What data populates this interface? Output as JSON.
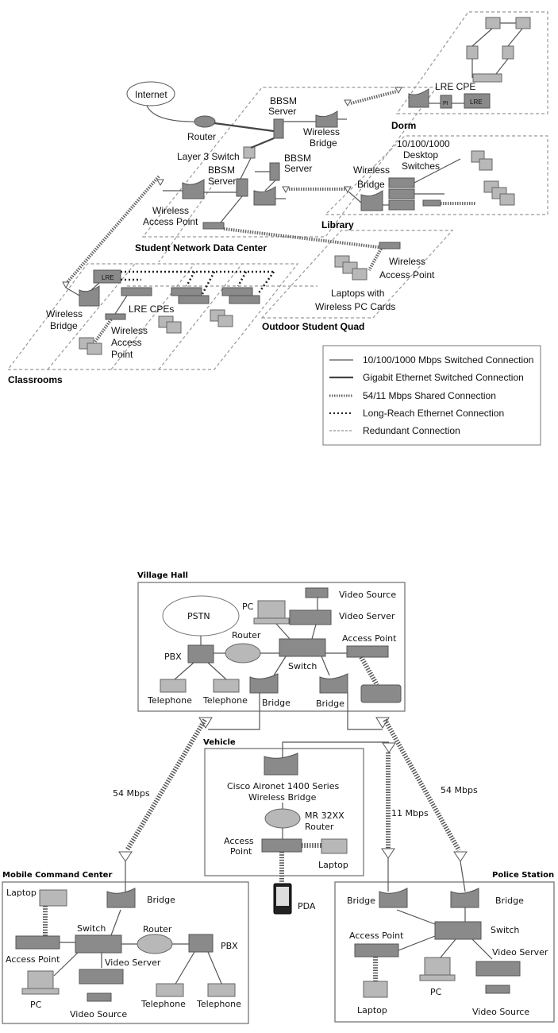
{
  "campus_diagram": {
    "zones": {
      "dorm": "Dorm",
      "library": "Library",
      "data_center": "Student Network Data Center",
      "quad": "Outdoor Student Quad",
      "classrooms": "Classrooms"
    },
    "labels": {
      "internet": "Internet",
      "router": "Router",
      "bbsm_server_top_1": "BBSM",
      "bbsm_server_top_2": "Server",
      "wireless_bridge_top_1": "Wireless",
      "wireless_bridge_top_2": "Bridge",
      "layer3_switch": "Layer 3 Switch",
      "bbsm_server_mid_1": "BBSM",
      "bbsm_server_mid_2": "Server",
      "bbsm_server_right_1": "BBSM",
      "bbsm_server_right_2": "Server",
      "wap_dc_1": "Wireless",
      "wap_dc_2": "Access Point",
      "lre_cpe": "LRE CPE",
      "pi": "PI",
      "lre": "LRE",
      "desktop_switches_1": "10/100/1000",
      "desktop_switches_2": "Desktop",
      "desktop_switches_3": "Switches",
      "library_bridge_1": "Wireless",
      "library_bridge_2": "Bridge",
      "quad_wap_1": "Wireless",
      "quad_wap_2": "Access Point",
      "laptops_1": "Laptops with",
      "laptops_2": "Wireless PC Cards",
      "class_bridge_1": "Wireless",
      "class_bridge_2": "Bridge",
      "lre_cpes": "LRE CPEs",
      "class_wap_1": "Wireless",
      "class_wap_2": "Access",
      "class_wap_3": "Point"
    },
    "legend": [
      {
        "style": "thin",
        "label": "10/100/1000 Mbps Switched Connection"
      },
      {
        "style": "thick",
        "label": "Gigabit Ethernet Switched Connection"
      },
      {
        "style": "wave",
        "label": "54/11 Mbps Shared Connection"
      },
      {
        "style": "dotted",
        "label": "Long-Reach Ethernet Connection"
      },
      {
        "style": "dashed",
        "label": "Redundant Connection"
      }
    ]
  },
  "municipal_diagram": {
    "zones": {
      "village_hall": "Village Hall",
      "vehicle": "Vehicle",
      "mobile_command": "Mobile Command Center",
      "police_station": "Police Station"
    },
    "village_hall": {
      "pstn": "PSTN",
      "pc": "PC",
      "video_source": "Video Source",
      "video_server": "Video Server",
      "router": "Router",
      "pbx": "PBX",
      "access_point": "Access Point",
      "switch": "Switch",
      "telephone_1": "Telephone",
      "telephone_2": "Telephone",
      "bridge_1": "Bridge",
      "bridge_2": "Bridge"
    },
    "links": {
      "left_speed": "54 Mbps",
      "mid_speed": "11 Mbps",
      "right_speed": "54 Mbps"
    },
    "vehicle": {
      "bridge_1": "Cisco Aironet 1400 Series",
      "bridge_2": "Wireless Bridge",
      "router_1": "MR 32XX",
      "router_2": "Router",
      "ap_1": "Access",
      "ap_2": "Point",
      "laptop": "Laptop",
      "pda": "PDA"
    },
    "mobile_command": {
      "laptop": "Laptop",
      "bridge": "Bridge",
      "switch": "Switch",
      "router": "Router",
      "pbx": "PBX",
      "access_point": "Access Point",
      "video_server": "Video Server",
      "pc": "PC",
      "video_source": "Video Source",
      "telephone_1": "Telephone",
      "telephone_2": "Telephone"
    },
    "police_station": {
      "bridge_1": "Bridge",
      "bridge_2": "Bridge",
      "switch": "Switch",
      "access_point": "Access Point",
      "video_server": "Video Server",
      "pc": "PC",
      "laptop": "Laptop",
      "video_source": "Video Source"
    }
  }
}
